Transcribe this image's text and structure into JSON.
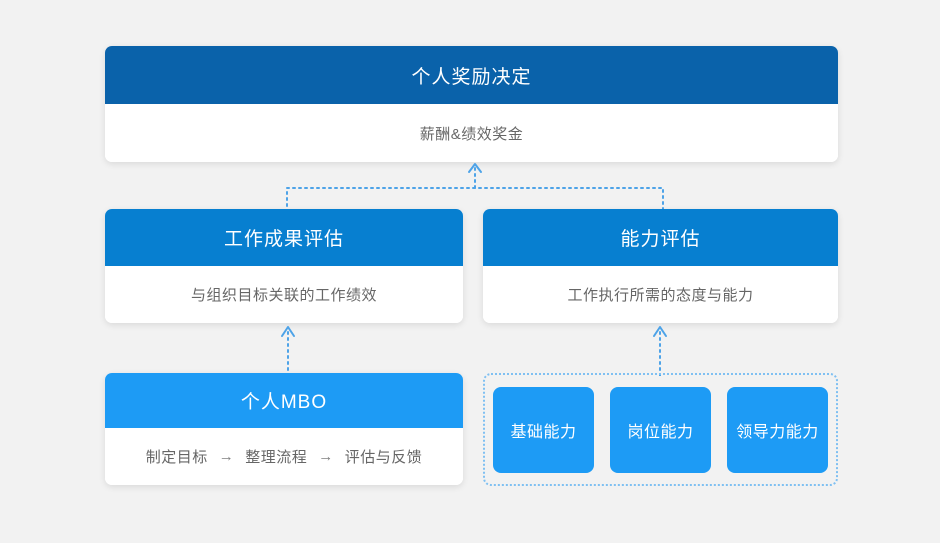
{
  "theme": {
    "background": "#f2f2f2",
    "top_header": "#0a62aa",
    "mid_header": "#077fd0",
    "bright_blue": "#1d9bf5",
    "connector": "#4da3e8",
    "dashed_border": "#7fc0f2",
    "body_text": "#666666"
  },
  "cards": {
    "reward": {
      "title": "个人奖励决定",
      "subtitle": "薪酬&绩效奖金"
    },
    "results": {
      "title": "工作成果评估",
      "subtitle": "与组织目标关联的工作绩效"
    },
    "competency": {
      "title": "能力评估",
      "subtitle": "工作执行所需的态度与能力"
    },
    "mbo": {
      "title": "个人MBO",
      "steps": [
        "制定目标",
        "整理流程",
        "评估与反馈"
      ],
      "arrow": "→"
    }
  },
  "capability_group": {
    "chips": [
      {
        "label": "基础能力"
      },
      {
        "label": "岗位能力"
      },
      {
        "label": "领导力能力"
      }
    ]
  }
}
